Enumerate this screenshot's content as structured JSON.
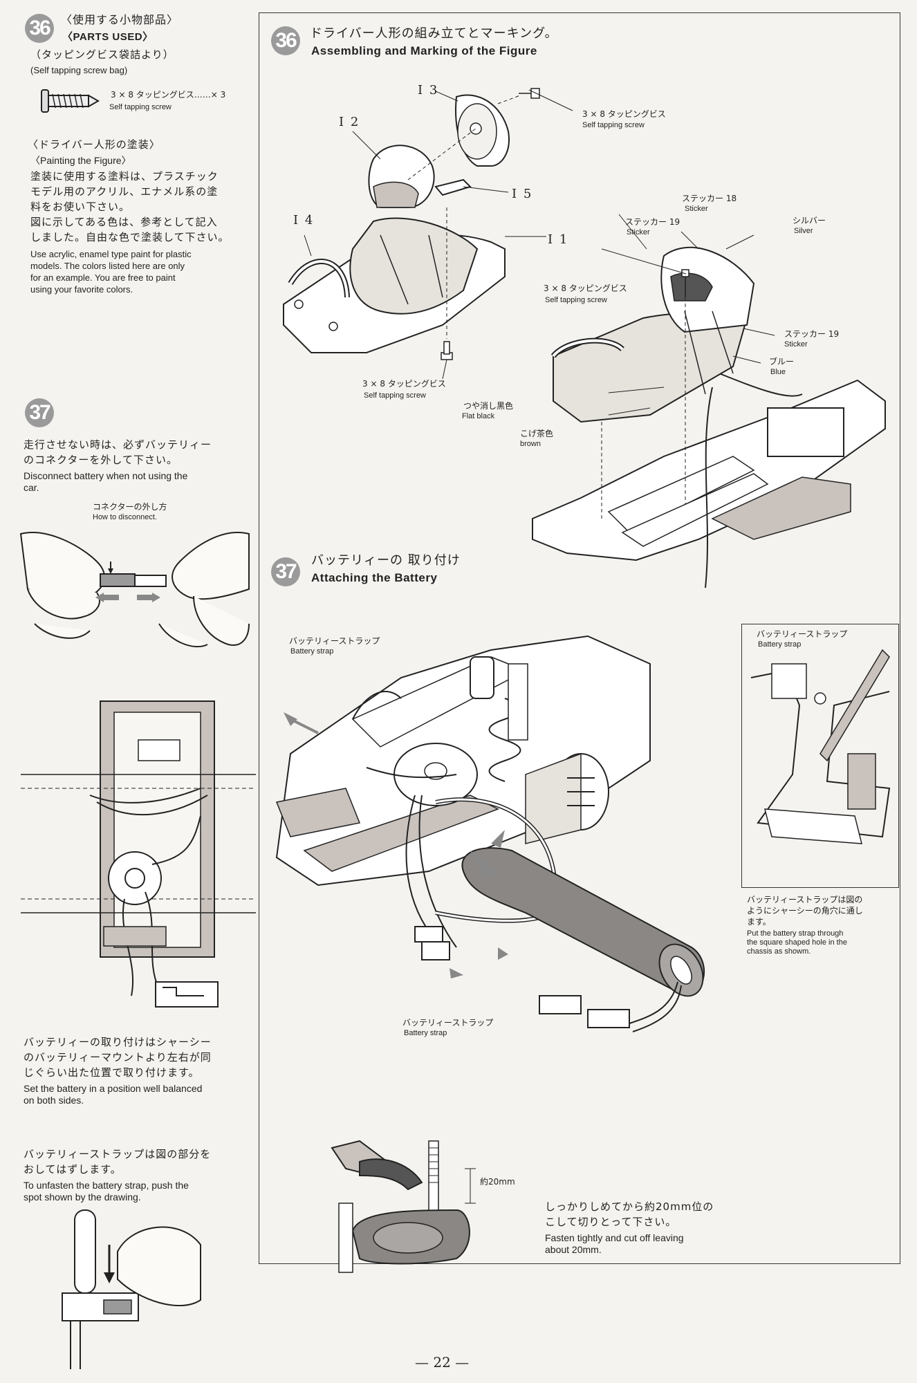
{
  "left_col": {
    "step36_badge": "36",
    "parts_title_jp": "〈使用する小物部品〉",
    "parts_title_en": "〈PARTS USED〉",
    "bag_jp": "（タッピングビス袋詰より）",
    "bag_en": "(Self tapping screw bag)",
    "screw_jp": "3 × 8 タッピングビス……× 3",
    "screw_en": "Self tapping screw",
    "painting_title_jp": "〈ドライバー人形の塗装〉",
    "painting_title_en": "〈Painting the Figure〉",
    "painting_body_jp_1": "塗装に使用する塗料は、プラスチック",
    "painting_body_jp_2": "モデル用のアクリル、エナメル系の塗",
    "painting_body_jp_3": "料をお使い下さい。",
    "painting_body_jp_4": "図に示してある色は、参考として記入",
    "painting_body_jp_5": "しました。自由な色で塗装して下さい。",
    "painting_en_1": "Use acrylic, enamel type paint for plastic",
    "painting_en_2": "models.  The colors listed here are only",
    "painting_en_3": "for an example.  You are free to paint",
    "painting_en_4": "using your favorite colors.",
    "step37_badge": "37",
    "disconnect_jp_1": "走行させない時は、必ずバッテリィー",
    "disconnect_jp_2": "のコネクターを外して下さい。",
    "disconnect_en_1": "Disconnect battery when not using the",
    "disconnect_en_2": "car.",
    "how_disconnect_jp": "コネクターの外し方",
    "how_disconnect_en": "How to disconnect.",
    "balance_jp_1": "バッテリィーの取り付けはシャーシー",
    "balance_jp_2": "のバッテリィーマウントより左右が同",
    "balance_jp_3": "じぐらい出た位置で取り付けます。",
    "balance_en_1": "Set the battery in a position well balanced",
    "balance_en_2": "on both sides.",
    "unfasten_jp_1": "バッテリィーストラップは図の部分を",
    "unfasten_jp_2": "おしてはずします。",
    "unfasten_en_1": "To unfasten the battery strap, push the",
    "unfasten_en_2": "spot shown by the drawing."
  },
  "step36": {
    "badge": "36",
    "title_jp": "ドライバー人形の組み立てとマーキング。",
    "title_en": "Assembling and Marking of the Figure",
    "parts": [
      "I 3",
      "I 2",
      "I 5",
      "I 4",
      "I 1"
    ],
    "screw_label_jp": "3 × 8 タッピングビス",
    "screw_label_en": "Self tapping screw",
    "sticker18_jp": "ステッカー 18",
    "sticker18_en": "Sticker",
    "sticker19_jp": "ステッカー 19",
    "sticker19_en": "Sticker",
    "silver_jp": "シルバー",
    "silver_en": "Silver",
    "sticker19b_jp": "ステッカー 19",
    "sticker19b_en": "Sticker",
    "blue_jp": "ブルー",
    "blue_en": "Blue",
    "flat_black_jp": "つや消し黒色",
    "flat_black_en": "Flat black",
    "brown_jp": "こげ茶色",
    "brown_en": "brown"
  },
  "step37": {
    "badge": "37",
    "title_jp": "バッテリィーの 取り付け",
    "title_en": "Attaching the Battery",
    "strap_jp": "バッテリィーストラップ",
    "strap_en": "Battery strap",
    "inset_strap_jp": "バッテリィーストラップ",
    "inset_strap_en": "Battery strap",
    "inset_note_jp_1": "バッテリィーストラップは図の",
    "inset_note_jp_2": "ようにシャーシーの角穴に通し",
    "inset_note_jp_3": "ます。",
    "inset_note_en_1": "Put the battery strap through",
    "inset_note_en_2": "the square shaped hole  in the",
    "inset_note_en_3": "chassis as showm.",
    "strap2_jp": "バッテリィーストラップ",
    "strap2_en": "Battery strap",
    "cut_len": "約20mm",
    "cut_jp_1": "しっかりしめてから約20mm位の",
    "cut_jp_2": "こして切りとって下さい。",
    "cut_en_1": "Fasten tightly and cut off leaving",
    "cut_en_2": "about 20mm."
  },
  "footer": {
    "page_number": "— 22 —"
  }
}
